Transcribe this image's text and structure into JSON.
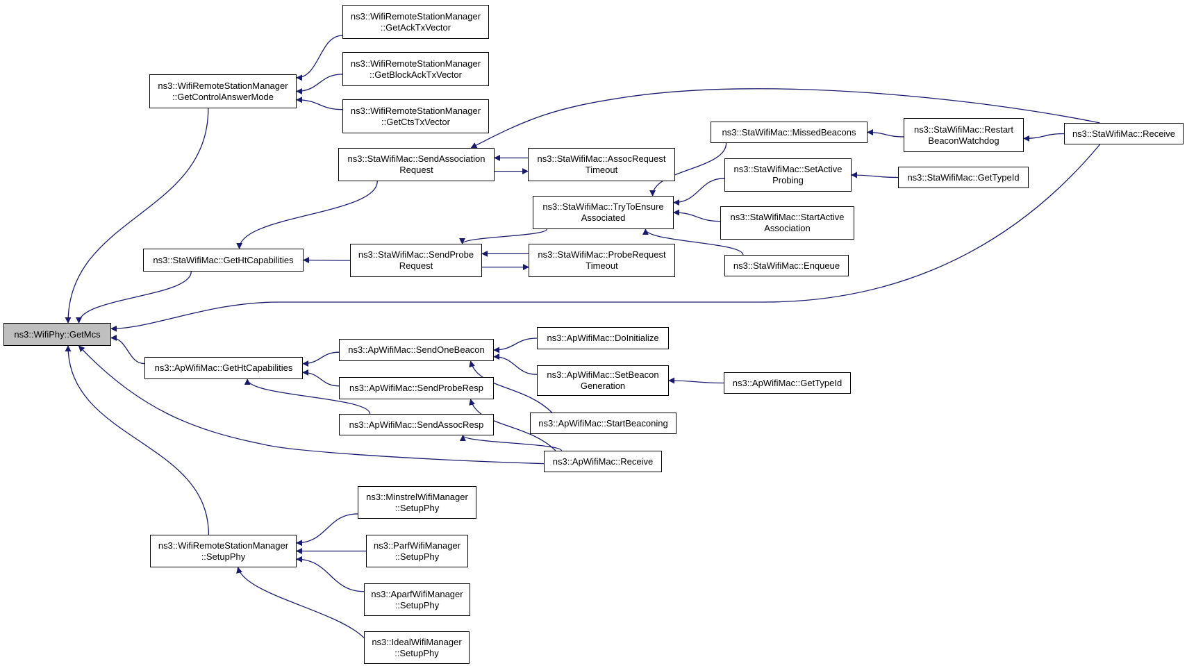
{
  "colors": {
    "edge": "#191970",
    "root_fill": "#bfbfbf",
    "node_fill": "#ffffff",
    "border": "#000000"
  },
  "nodes": {
    "root": {
      "lines": [
        "ns3::WifiPhy::GetMcs"
      ]
    },
    "rsmCtrl": {
      "lines": [
        "ns3::WifiRemoteStationManager",
        "::GetControlAnswerMode"
      ]
    },
    "rsmAck": {
      "lines": [
        "ns3::WifiRemoteStationManager",
        "::GetAckTxVector"
      ]
    },
    "rsmBlockAck": {
      "lines": [
        "ns3::WifiRemoteStationManager",
        "::GetBlockAckTxVector"
      ]
    },
    "rsmCts": {
      "lines": [
        "ns3::WifiRemoteStationManager",
        "::GetCtsTxVector"
      ]
    },
    "staHt": {
      "lines": [
        "ns3::StaWifiMac::GetHtCapabilities"
      ]
    },
    "staSendAssoc": {
      "lines": [
        "ns3::StaWifiMac::SendAssociation",
        "Request"
      ]
    },
    "staAssocTimeout": {
      "lines": [
        "ns3::StaWifiMac::AssocRequest",
        "Timeout"
      ]
    },
    "staSendProbe": {
      "lines": [
        "ns3::StaWifiMac::SendProbe",
        "Request"
      ]
    },
    "staProbeTimeout": {
      "lines": [
        "ns3::StaWifiMac::ProbeRequest",
        "Timeout"
      ]
    },
    "staTryEnsure": {
      "lines": [
        "ns3::StaWifiMac::TryToEnsure",
        "Associated"
      ]
    },
    "staMissed": {
      "lines": [
        "ns3::StaWifiMac::MissedBeacons"
      ]
    },
    "staSetActive": {
      "lines": [
        "ns3::StaWifiMac::SetActive",
        "Probing"
      ]
    },
    "staStartActive": {
      "lines": [
        "ns3::StaWifiMac::StartActive",
        "Association"
      ]
    },
    "staEnqueue": {
      "lines": [
        "ns3::StaWifiMac::Enqueue"
      ]
    },
    "staRestart": {
      "lines": [
        "ns3::StaWifiMac::Restart",
        "BeaconWatchdog"
      ]
    },
    "staReceive": {
      "lines": [
        "ns3::StaWifiMac::Receive"
      ]
    },
    "staTypeId": {
      "lines": [
        "ns3::StaWifiMac::GetTypeId"
      ]
    },
    "apHt": {
      "lines": [
        "ns3::ApWifiMac::GetHtCapabilities"
      ]
    },
    "apSendOne": {
      "lines": [
        "ns3::ApWifiMac::SendOneBeacon"
      ]
    },
    "apSendProbe": {
      "lines": [
        "ns3::ApWifiMac::SendProbeResp"
      ]
    },
    "apSendAssoc": {
      "lines": [
        "ns3::ApWifiMac::SendAssocResp"
      ]
    },
    "apDoInit": {
      "lines": [
        "ns3::ApWifiMac::DoInitialize"
      ]
    },
    "apSetBeacon": {
      "lines": [
        "ns3::ApWifiMac::SetBeacon",
        "Generation"
      ]
    },
    "apStartBeacon": {
      "lines": [
        "ns3::ApWifiMac::StartBeaconing"
      ]
    },
    "apReceive": {
      "lines": [
        "ns3::ApWifiMac::Receive"
      ]
    },
    "apTypeId": {
      "lines": [
        "ns3::ApWifiMac::GetTypeId"
      ]
    },
    "rsmSetup": {
      "lines": [
        "ns3::WifiRemoteStationManager",
        "::SetupPhy"
      ]
    },
    "minstrel": {
      "lines": [
        "ns3::MinstrelWifiManager",
        "::SetupPhy"
      ]
    },
    "parf": {
      "lines": [
        "ns3::ParfWifiManager",
        "::SetupPhy"
      ]
    },
    "aparf": {
      "lines": [
        "ns3::AparfWifiManager",
        "::SetupPhy"
      ]
    },
    "ideal": {
      "lines": [
        "ns3::IdealWifiManager",
        "::SetupPhy"
      ]
    }
  },
  "edges": [
    [
      "rsmCtrl",
      "rsmAck"
    ],
    [
      "rsmCtrl",
      "rsmBlockAck"
    ],
    [
      "rsmCtrl",
      "rsmCts"
    ],
    [
      "root",
      "rsmCtrl"
    ],
    [
      "root",
      "staHt"
    ],
    [
      "root",
      "staReceive"
    ],
    [
      "root",
      "apHt"
    ],
    [
      "root",
      "apReceive"
    ],
    [
      "root",
      "rsmSetup"
    ],
    [
      "staHt",
      "staSendAssoc"
    ],
    [
      "staHt",
      "staSendProbe"
    ],
    [
      "staSendAssoc",
      "staAssocTimeout"
    ],
    [
      "staAssocTimeout",
      "staSendAssoc"
    ],
    [
      "staSendAssoc",
      "staReceive"
    ],
    [
      "staSendProbe",
      "staProbeTimeout"
    ],
    [
      "staProbeTimeout",
      "staSendProbe"
    ],
    [
      "staSendProbe",
      "staTryEnsure"
    ],
    [
      "staTryEnsure",
      "staMissed"
    ],
    [
      "staTryEnsure",
      "staSetActive"
    ],
    [
      "staTryEnsure",
      "staStartActive"
    ],
    [
      "staTryEnsure",
      "staEnqueue"
    ],
    [
      "staMissed",
      "staRestart"
    ],
    [
      "staRestart",
      "staReceive"
    ],
    [
      "staSetActive",
      "staTypeId"
    ],
    [
      "apHt",
      "apSendOne"
    ],
    [
      "apHt",
      "apSendProbe"
    ],
    [
      "apHt",
      "apSendAssoc"
    ],
    [
      "apSendOne",
      "apDoInit"
    ],
    [
      "apSendOne",
      "apSetBeacon"
    ],
    [
      "apSendOne",
      "apStartBeacon"
    ],
    [
      "apSetBeacon",
      "apTypeId"
    ],
    [
      "apSendProbe",
      "apReceive"
    ],
    [
      "apSendAssoc",
      "apReceive"
    ],
    [
      "rsmSetup",
      "minstrel"
    ],
    [
      "rsmSetup",
      "parf"
    ],
    [
      "rsmSetup",
      "aparf"
    ],
    [
      "rsmSetup",
      "ideal"
    ]
  ]
}
